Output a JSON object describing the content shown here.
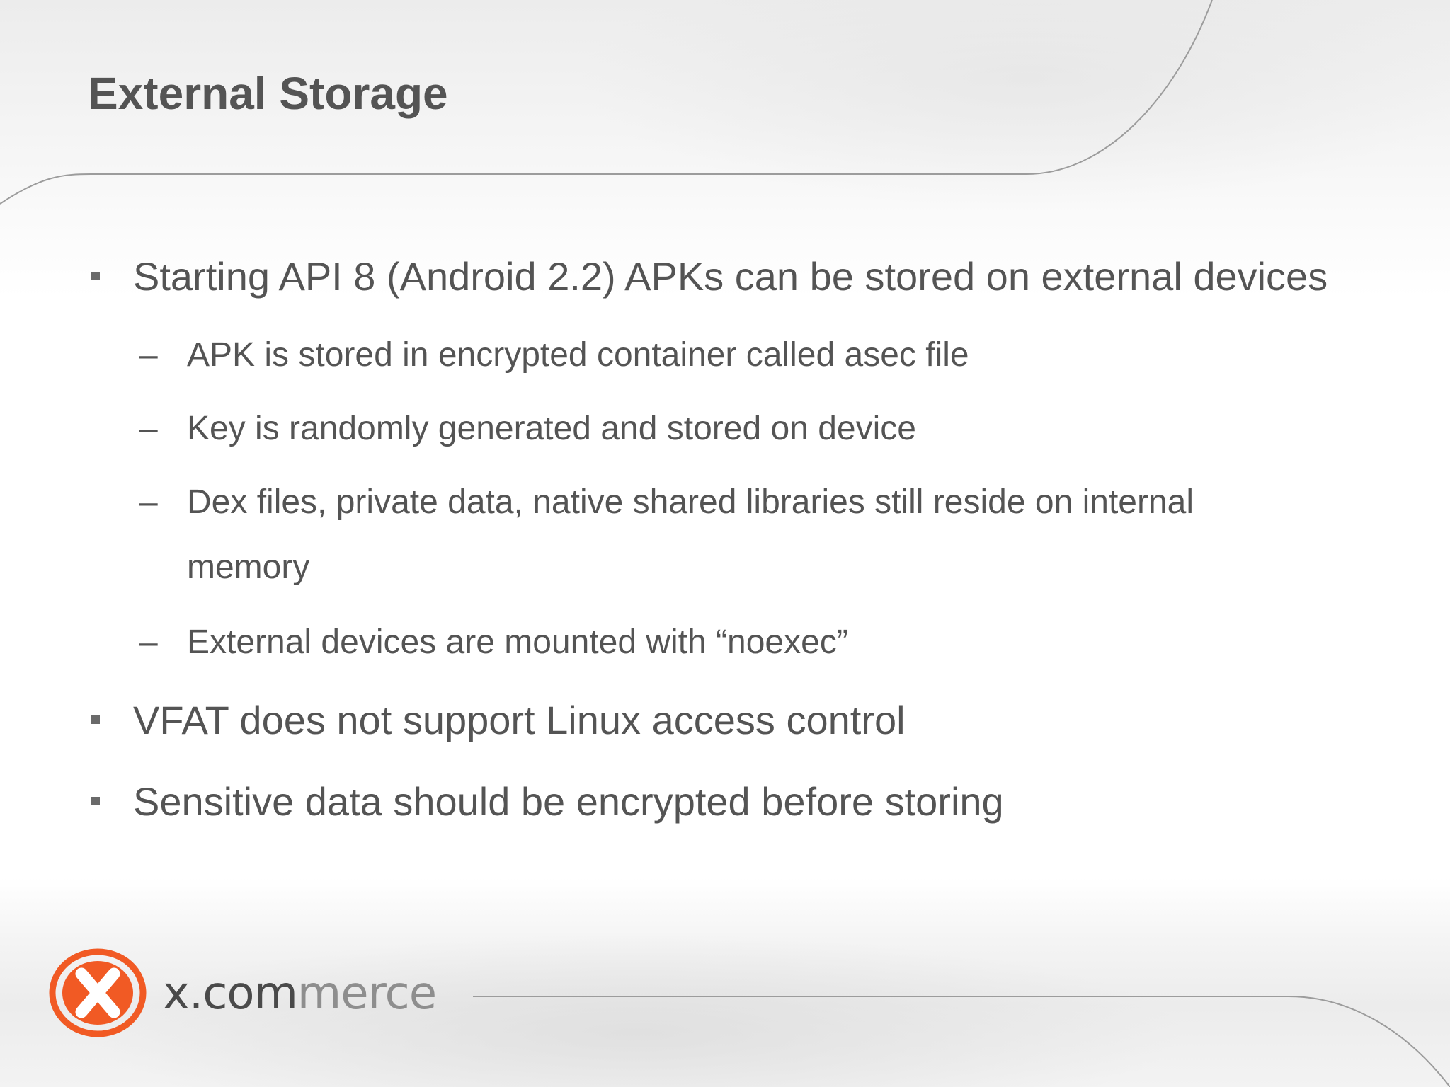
{
  "slide": {
    "title": "External Storage",
    "bullets": [
      {
        "text": "Starting API 8 (Android 2.2) APKs can be stored on external devices",
        "sub": [
          "APK is stored in encrypted container called asec file",
          "Key is randomly generated and stored on device",
          "Dex files, private data, native shared libraries still reside on internal",
          "memory",
          "External devices are mounted with “noexec”"
        ]
      },
      {
        "text": "VFAT does not support Linux access control"
      },
      {
        "text": "Sensitive data should be encrypted before storing"
      }
    ],
    "dash_marker": "–"
  },
  "brand": {
    "logo_text_dark": "x.com",
    "logo_text_light": "merce",
    "logo_mark": "x-circle-logo",
    "accent_color": "#f15a24"
  }
}
